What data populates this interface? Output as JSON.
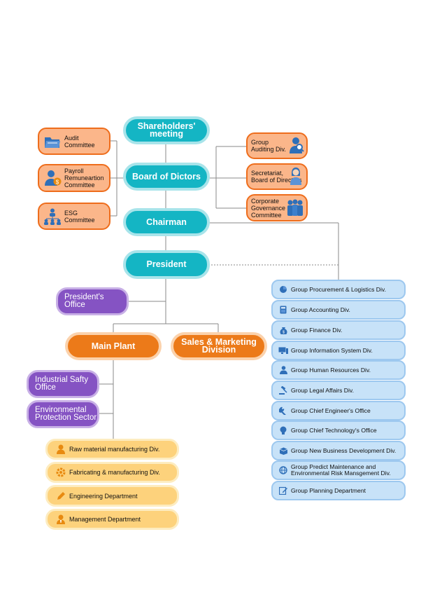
{
  "diagram": {
    "top": {
      "shareholders": "Shareholders'\nmeeting",
      "board": "Board of Dictors",
      "chairman": "Chairman",
      "president": "President"
    },
    "committees": [
      {
        "label": "Audit\nCommittee",
        "icon": "folder-icon"
      },
      {
        "label": "Payroll\nRemuneartion\nCommittee",
        "icon": "payroll-person-icon"
      },
      {
        "label": "ESG\nCommittee",
        "icon": "org-people-icon"
      }
    ],
    "board_units": [
      {
        "label": "Group\nAuditing Div.",
        "icon": "magnifier-person-icon"
      },
      {
        "label": "Secretariat,\nBoard of Directors",
        "icon": "secretary-woman-icon"
      },
      {
        "label": "Corporate\nGovernance\nCommittee",
        "icon": "group-people-icon"
      }
    ],
    "presidents_office": "President's Office",
    "main_plant": "Main Plant",
    "sales": "Sales & Marketing\nDivision",
    "plant_offices": [
      "Industrial Safty\nOffice",
      "Environmental\nProtection Sector"
    ],
    "plant_divisions": [
      {
        "label": "Raw material manufacturing Div.",
        "icon": "worker-icon"
      },
      {
        "label": "Fabricating & manufacturing Div.",
        "icon": "gear-icon"
      },
      {
        "label": "Engineering Department",
        "icon": "pencil-icon"
      },
      {
        "label": "Management Department",
        "icon": "manager-icon"
      }
    ],
    "group_divisions": [
      {
        "label": "Group Procurement & Logistics Div.",
        "icon": "pie-chart-icon"
      },
      {
        "label": "Group Accounting Div.",
        "icon": "calculator-icon"
      },
      {
        "label": "Group Finance Div.",
        "icon": "money-bag-icon"
      },
      {
        "label": "Group Information System Div.",
        "icon": "computer-icon"
      },
      {
        "label": "Group Human Resources Div.",
        "icon": "person-icon"
      },
      {
        "label": "Group Legal Affairs Div.",
        "icon": "gavel-icon"
      },
      {
        "label": "Group Chief Engineer's Office",
        "icon": "wrench-icon"
      },
      {
        "label": "Group Chief Technology's Office",
        "icon": "lightbulb-icon"
      },
      {
        "label": "Group New Business Development Div.",
        "icon": "box-icon"
      },
      {
        "label": "Group Predict Maintenance and\nEnvironmental Risk Mansgement Div.",
        "icon": "globe-icon"
      },
      {
        "label": "Group Planning Department",
        "icon": "document-edit-icon"
      }
    ],
    "colors": {
      "teal": "#14b5c4",
      "orange": "#ec7a19",
      "light_orange": "#fbb68a",
      "purple": "#8553c3",
      "yellow": "#fdd27c",
      "light_blue": "#c7e2f8",
      "icon_blue": "#2f6fb8",
      "icon_orange": "#e88a10",
      "connector": "#888888"
    }
  }
}
